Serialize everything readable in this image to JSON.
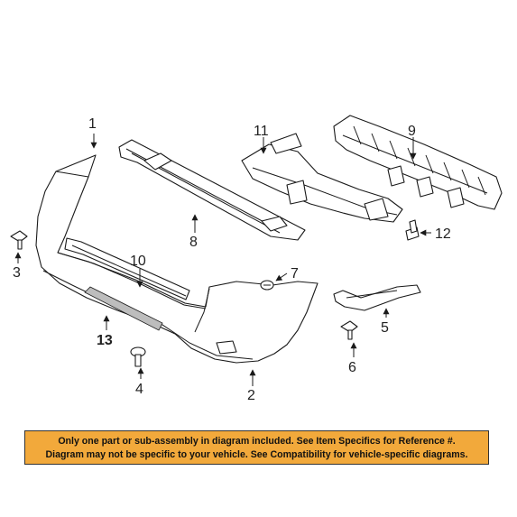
{
  "callouts": {
    "c1": "1",
    "c2": "2",
    "c3": "3",
    "c4": "4",
    "c5": "5",
    "c6": "6",
    "c7": "7",
    "c8": "8",
    "c9": "9",
    "c10": "10",
    "c11": "11",
    "c12": "12",
    "c13": "13"
  },
  "disclaimer": {
    "line1": "Only one part or sub-assembly in diagram included. See Item Specifics for Reference #.",
    "line2": "Diagram may not be specific to your vehicle. See Compatibility for vehicle-specific diagrams.",
    "background": "#f2a93b"
  }
}
